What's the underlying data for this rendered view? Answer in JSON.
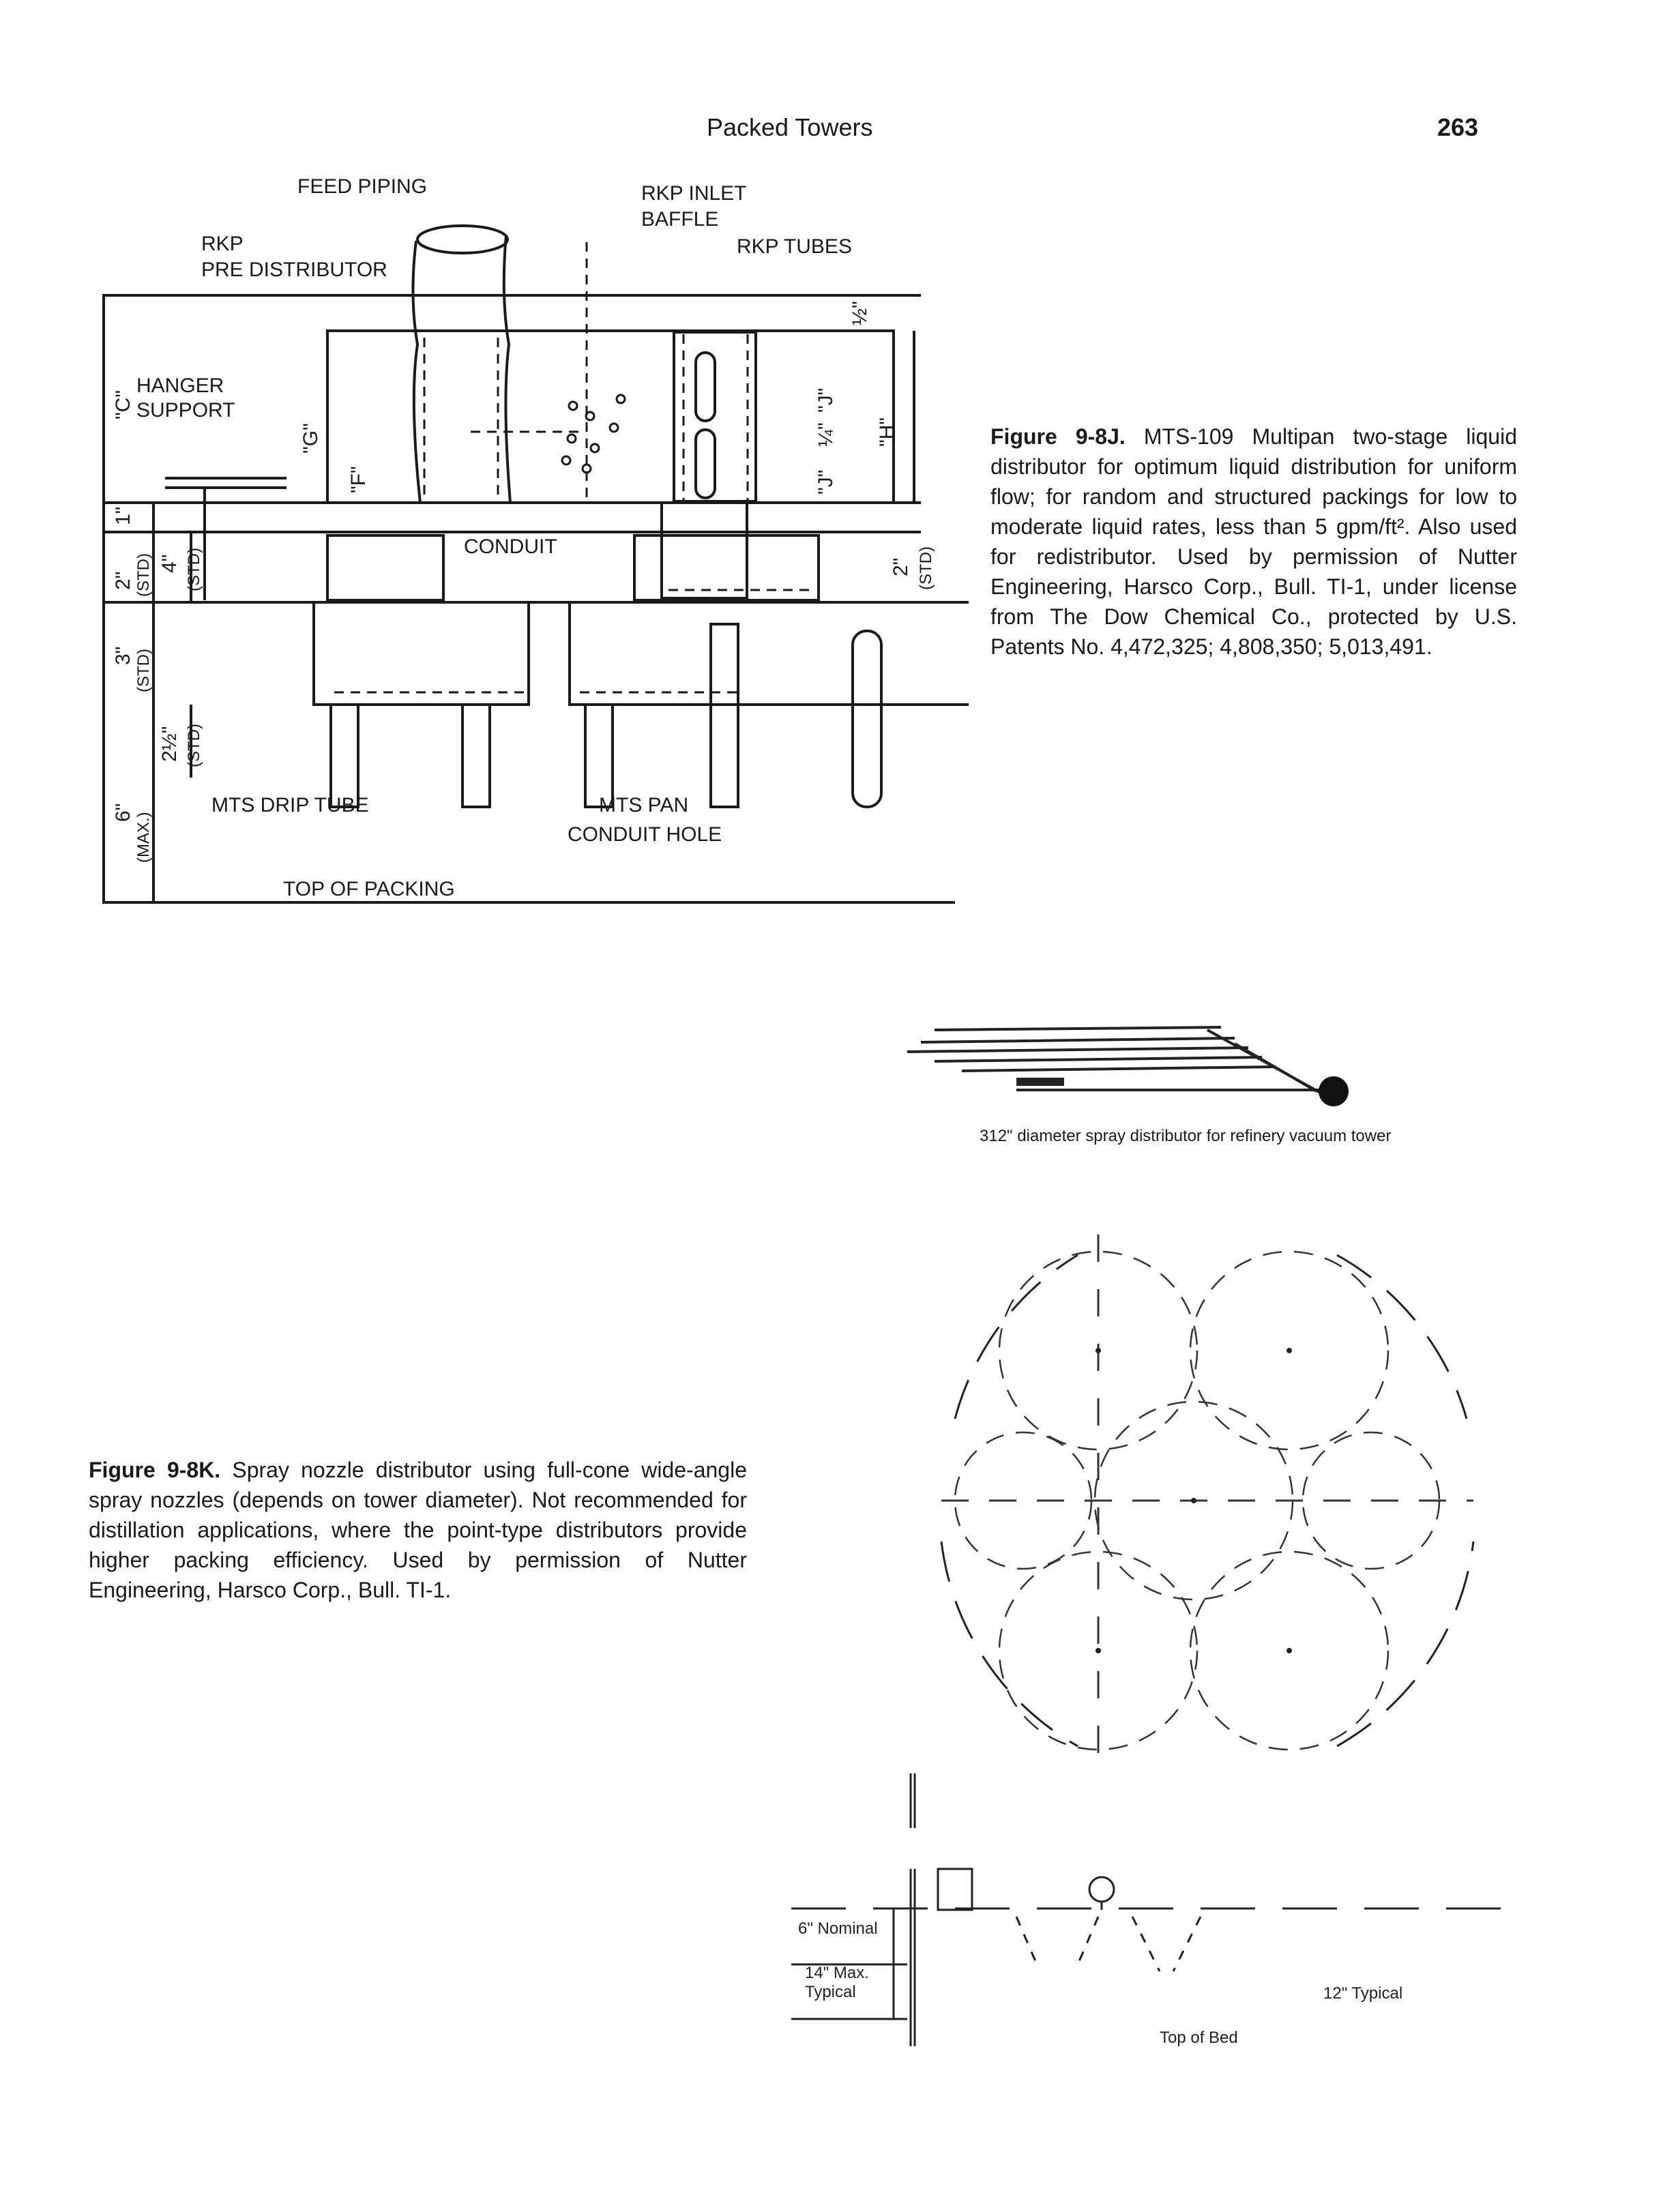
{
  "header": {
    "title": "Packed Towers",
    "page_number": "263"
  },
  "figure_9_8j": {
    "caption_label": "Figure 9-8J.",
    "caption_text": "MTS-109 Multipan two-stage liquid distributor for optimum liquid distribution for uniform flow; for random and structured packings for low to moderate liquid rates, less than 5 gpm/ft². Also used for redistributor. Used by permission of Nutter Engineering, Harsco Corp., Bull. TI-1, under license from The Dow Chemical Co., protected by U.S. Patents No. 4,472,325; 4,808,350; 5,013,491.",
    "labels": {
      "feed_piping": "FEED PIPING",
      "rkp_pre_distributor_1": "RKP",
      "rkp_pre_distributor_2": "PRE DISTRIBUTOR",
      "rkp_inlet_baffle_1": "RKP INLET",
      "rkp_inlet_baffle_2": "BAFFLE",
      "rkp_tubes": "RKP TUBES",
      "hanger_support_1": "HANGER",
      "hanger_support_2": "SUPPORT",
      "conduit": "CONDUIT",
      "mts_drip_tube": "MTS DRIP TUBE",
      "mts_pan": "MTS PAN",
      "conduit_hole": "CONDUIT HOLE",
      "top_of_packing": "TOP OF PACKING",
      "dim_c": "\"C\"",
      "dim_1": "1\"",
      "dim_2_left": "2\"",
      "dim_2_left_std": "(STD)",
      "dim_4": "4\"",
      "dim_4_std": "(STD)",
      "dim_3": "3\"",
      "dim_3_std": "(STD)",
      "dim_2half": "2½\"",
      "dim_2half_std": "(STD)",
      "dim_6": "6\"",
      "dim_6_max": "(MAX.)",
      "dim_g": "\"G\"",
      "dim_f": "\"F\"",
      "dim_half": "½\"",
      "dim_j_1": "\"J\"",
      "dim_j_quarter": "¼\"",
      "dim_j_2": "\"J\"",
      "dim_h": "\"H\"",
      "dim_2_right": "2\"",
      "dim_2_right_std": "(STD)"
    }
  },
  "spray_distributor": {
    "caption": "312\" diameter spray distributor for refinery vacuum tower"
  },
  "figure_9_8k": {
    "caption_label": "Figure 9-8K.",
    "caption_text": "Spray nozzle distributor using full-cone wide-angle spray nozzles (depends on tower diameter). Not recommended for distillation applications, where the point-type distributors provide higher packing efficiency. Used by permission of Nutter Engineering, Harsco Corp., Bull. TI-1.",
    "labels": {
      "nominal": "6\" Nominal",
      "max_typical_1": "14\" Max.",
      "max_typical_2": "Typical",
      "spacing_typical": "12\" Typical",
      "top_of_bed": "Top of Bed"
    }
  }
}
